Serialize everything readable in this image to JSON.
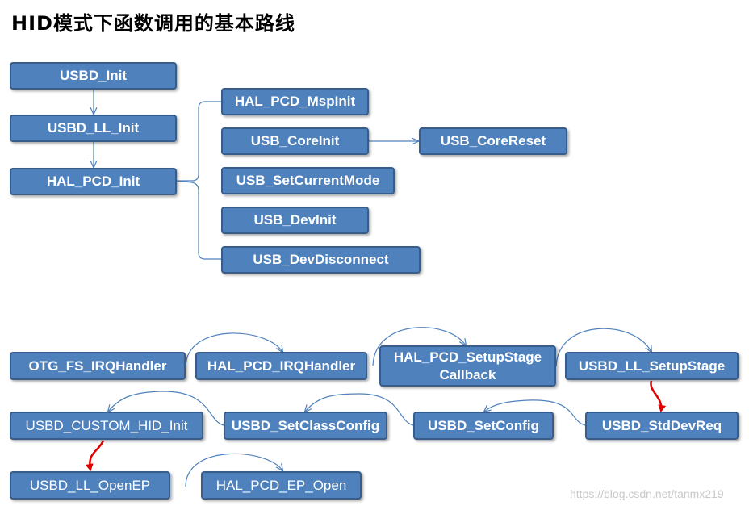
{
  "title": "HID模式下函数调用的基本路线",
  "watermark": "https://blog.csdn.net/tanmx219",
  "colors": {
    "box_fill": "#4f81bd",
    "box_border": "#385d8a",
    "connector": "#4f81bd",
    "highlight_arrow": "#e00000"
  },
  "nodes": {
    "usbd_init": "USBD_Init",
    "usbd_ll_init": "USBD_LL_Init",
    "hal_pcd_init": "HAL_PCD_Init",
    "hal_pcd_mspinit": "HAL_PCD_MspInit",
    "usb_coreinit": "USB_CoreInit",
    "usb_corereset": "USB_CoreReset",
    "usb_setcurrentmode": "USB_SetCurrentMode",
    "usb_devinit": "USB_DevInit",
    "usb_devdisconnect": "USB_DevDisconnect",
    "otg_fs_irqhandler": "OTG_FS_IRQHandler",
    "hal_pcd_irqhandler": "HAL_PCD_IRQHandler",
    "hal_pcd_setupstage_callback": "HAL_PCD_SetupStage\nCallback",
    "usbd_ll_setupstage": "USBD_LL_SetupStage",
    "usbd_custom_hid_init": "USBD_CUSTOM_HID_Init",
    "usbd_setclassconfig": "USBD_SetClassConfig",
    "usbd_setconfig": "USBD_SetConfig",
    "usbd_stddevreq": "USBD_StdDevReq",
    "usbd_ll_openep": "USBD_LL_OpenEP",
    "hal_pcd_ep_open": "HAL_PCD_EP_Open"
  }
}
